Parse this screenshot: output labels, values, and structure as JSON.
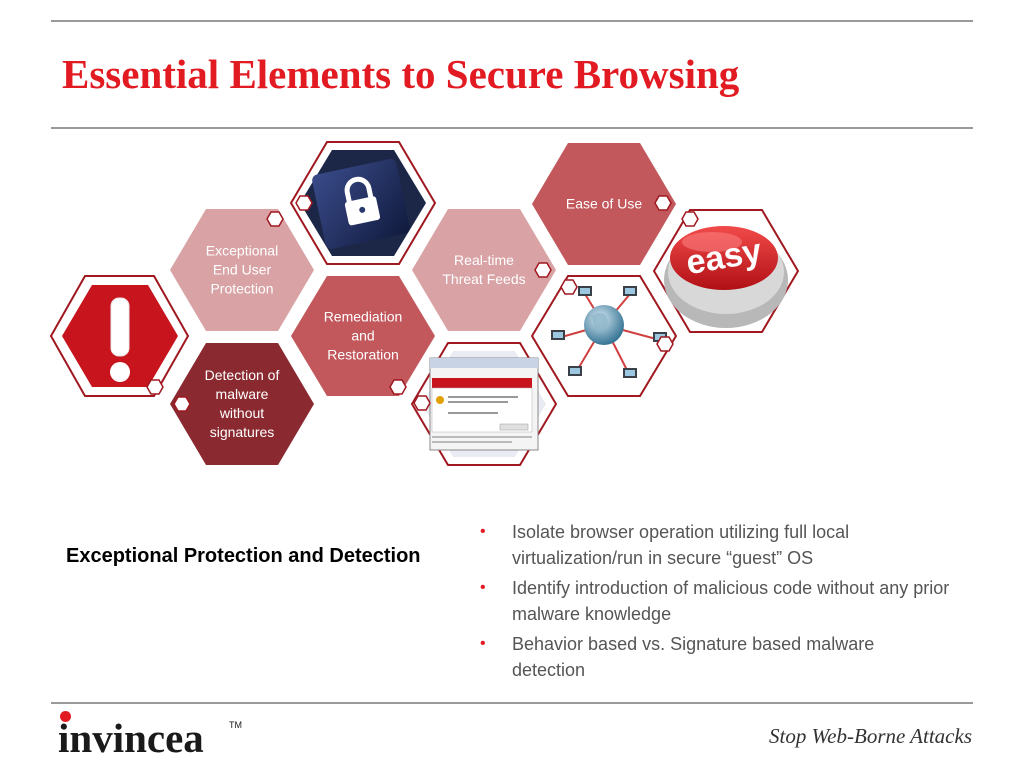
{
  "slide": {
    "title": "Essential Elements to Secure Browsing",
    "subtitle": "Exceptional Protection and Detection",
    "tagline": "Stop Web-Borne Attacks",
    "logo_text": "invincea",
    "logo_tm": "TM"
  },
  "hexagons": {
    "exceptional": "Exceptional\nEnd User\nProtection",
    "realtime": "Real-time\nThreat Feeds",
    "ease": "Ease of Use",
    "remediation": "Remediation\nand\nRestoration",
    "detection": "Detection of\nmalware\nwithout\nsignatures",
    "easy_button": "easy"
  },
  "bullets": [
    "Isolate browser operation utilizing full local virtualization/run in secure “guest” OS",
    "Identify introduction of malicious code without any prior malware knowledge",
    "Behavior based vs. Signature based malware detection"
  ],
  "colors": {
    "title_red": "#e21b23",
    "hex_light": "#d9a3a6",
    "hex_mid": "#c2575c",
    "hex_dark": "#8a2a30",
    "bullet_dot": "#e21b23"
  },
  "icons": [
    "lock-icon",
    "exclamation-icon",
    "globe-network-icon",
    "easy-button-icon",
    "browser-screenshot-icon"
  ]
}
